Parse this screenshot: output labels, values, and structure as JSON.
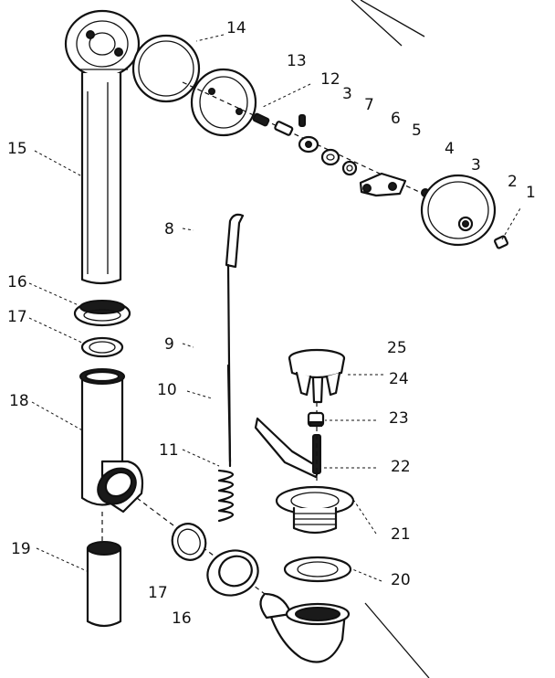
{
  "callouts": [
    {
      "id": "c1",
      "text": "1"
    },
    {
      "id": "c2",
      "text": "2"
    },
    {
      "id": "c3a",
      "text": "3"
    },
    {
      "id": "c4",
      "text": "4"
    },
    {
      "id": "c5",
      "text": "5"
    },
    {
      "id": "c6",
      "text": "6"
    },
    {
      "id": "c7",
      "text": "7"
    },
    {
      "id": "c3b",
      "text": "3"
    },
    {
      "id": "c12",
      "text": "12"
    },
    {
      "id": "c13",
      "text": "13"
    },
    {
      "id": "c14",
      "text": "14"
    },
    {
      "id": "c15",
      "text": "15"
    },
    {
      "id": "c16a",
      "text": "16"
    },
    {
      "id": "c17a",
      "text": "17"
    },
    {
      "id": "c18",
      "text": "18"
    },
    {
      "id": "c19",
      "text": "19"
    },
    {
      "id": "c8",
      "text": "8"
    },
    {
      "id": "c9",
      "text": "9"
    },
    {
      "id": "c10",
      "text": "10"
    },
    {
      "id": "c11",
      "text": "11"
    },
    {
      "id": "c17b",
      "text": "17"
    },
    {
      "id": "c16b",
      "text": "16"
    },
    {
      "id": "c25",
      "text": "25"
    },
    {
      "id": "c24",
      "text": "24"
    },
    {
      "id": "c23",
      "text": "23"
    },
    {
      "id": "c22",
      "text": "22"
    },
    {
      "id": "c21",
      "text": "21"
    },
    {
      "id": "c20",
      "text": "20"
    }
  ]
}
